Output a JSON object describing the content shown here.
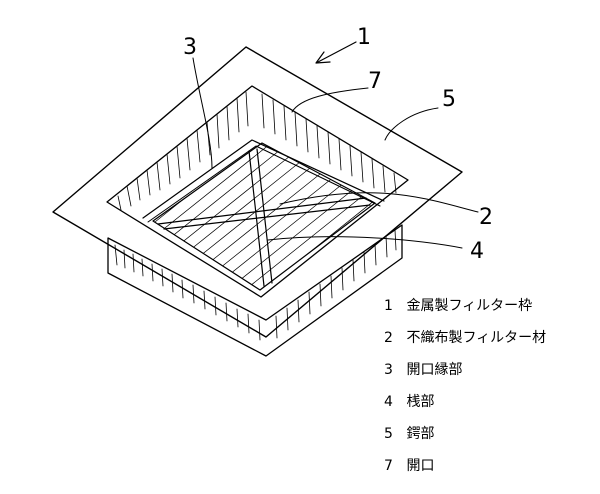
{
  "callouts": {
    "c1": "1",
    "c2": "2",
    "c3": "3",
    "c4": "4",
    "c5": "5",
    "c7": "7"
  },
  "legend": [
    {
      "num": "1",
      "text": "金属製フィルター枠"
    },
    {
      "num": "2",
      "text": "不織布製フィルター材"
    },
    {
      "num": "3",
      "text": "開口縁部"
    },
    {
      "num": "4",
      "text": "桟部"
    },
    {
      "num": "5",
      "text": "鍔部"
    },
    {
      "num": "7",
      "text": "開口"
    }
  ]
}
